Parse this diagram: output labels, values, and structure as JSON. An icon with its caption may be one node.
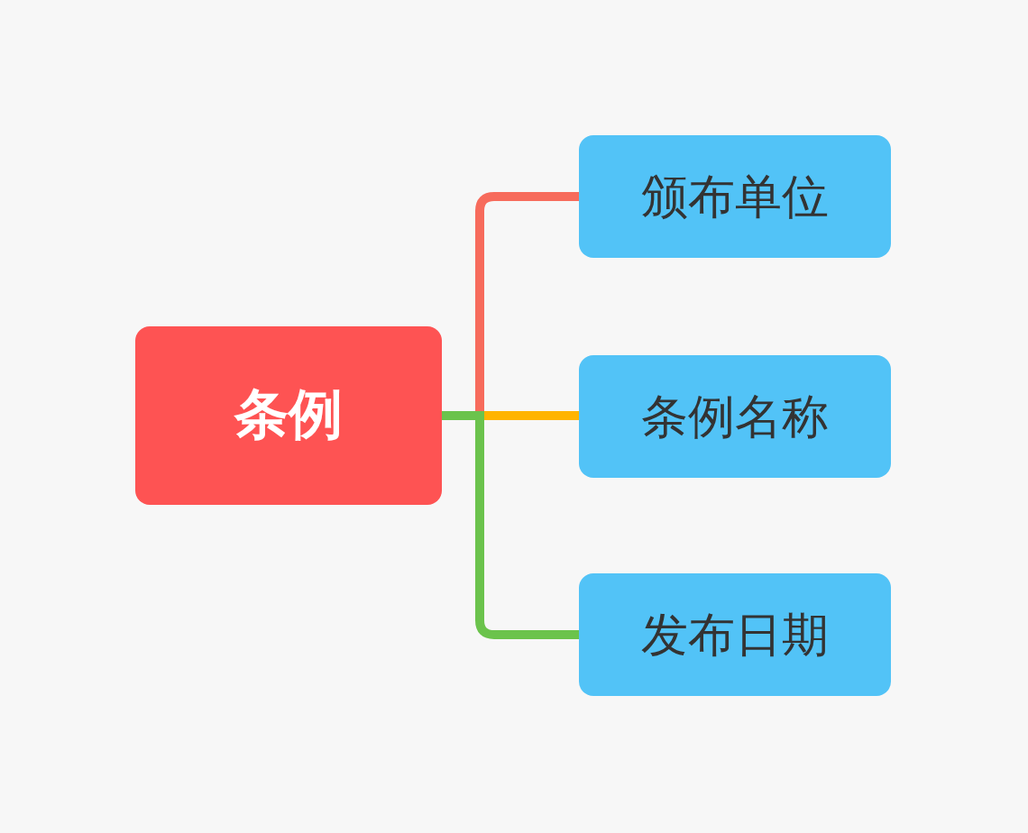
{
  "diagram": {
    "nodes": [
      {
        "text": [
          "条例"
        ]
      },
      {
        "text": [
          "颁布单位"
        ]
      },
      {
        "text": [
          "条例名称"
        ]
      },
      {
        "text": [
          "发布日期"
        ]
      }
    ],
    "edges": [
      {
        "from": 0,
        "to": 1,
        "arrow": "none",
        "color": "#f76b5c"
      },
      {
        "from": 0,
        "to": 2,
        "arrow": "none",
        "color": "#ffb400"
      },
      {
        "from": 0,
        "to": 3,
        "arrow": "none",
        "color": "#6bc34c"
      }
    ]
  }
}
